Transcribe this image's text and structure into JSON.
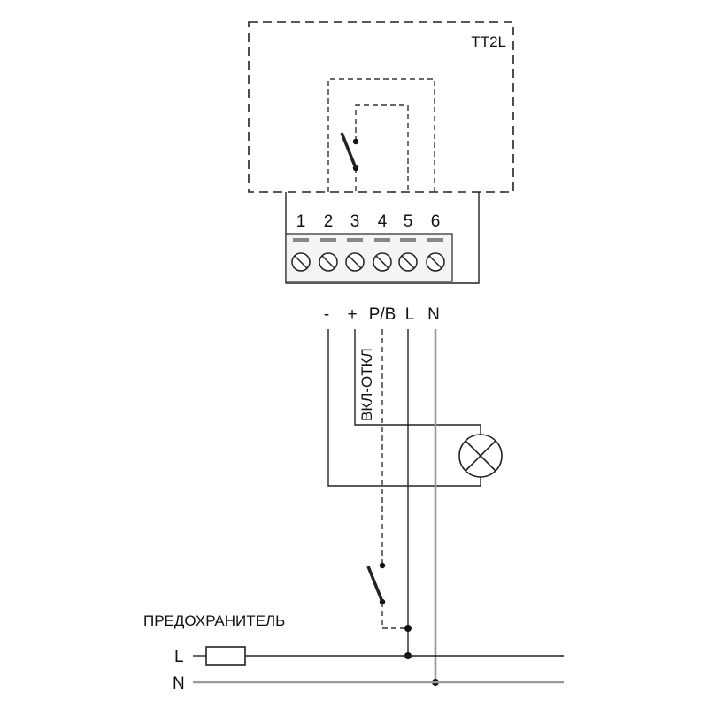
{
  "device": {
    "model": "TT2L"
  },
  "terminal_block": {
    "numbers": [
      "1",
      "2",
      "3",
      "4",
      "5",
      "6"
    ],
    "signals": [
      "-",
      "+",
      "P/B",
      "L",
      "N"
    ]
  },
  "labels": {
    "switch_label": "ВКЛ-ОТКЛ",
    "fuse_label": "ПРЕДОХРАНИТЕЛЬ",
    "line_L": "L",
    "line_N": "N"
  }
}
